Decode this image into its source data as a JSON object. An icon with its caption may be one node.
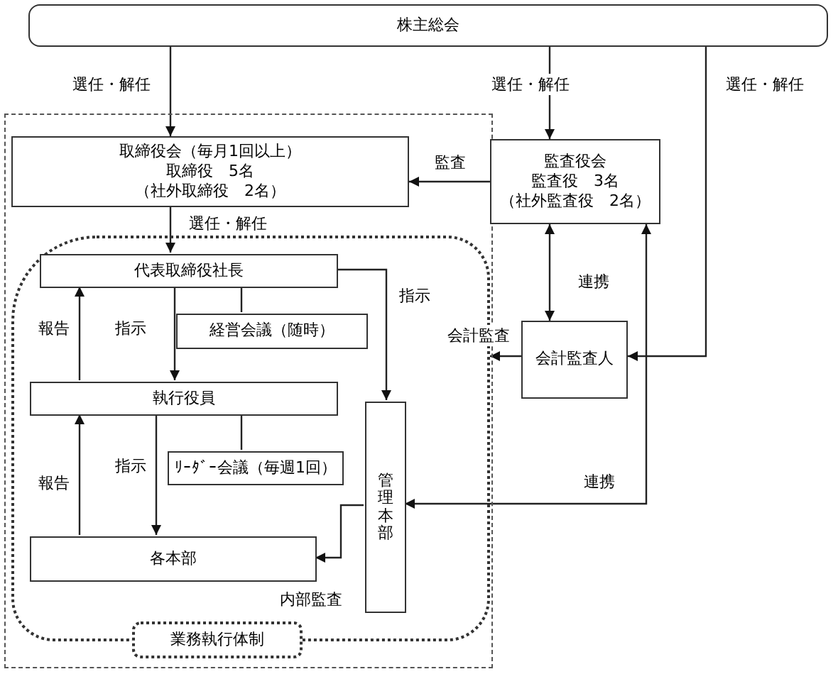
{
  "diagram": {
    "nodes": [
      {
        "text": [
          "株主総会"
        ]
      },
      {
        "text": [],
        "shape": "box"
      },
      {
        "text": [
          "取締役会（毎月1回以上）",
          "取締役　5名",
          "（社外取締役　2名）"
        ],
        "in": 1
      },
      {
        "text": [
          "監査役会",
          "監査役　3名",
          "（社外監査役　2名）"
        ]
      },
      {
        "text": [],
        "shape": "box",
        "in": 1
      },
      {
        "text": [
          "代表取締役社長"
        ],
        "in": 4
      },
      {
        "text": [
          "経営会議（随時）"
        ],
        "in": 4
      },
      {
        "text": [
          "執行役員"
        ],
        "in": 4
      },
      {
        "text": [
          "ﾘｰﾀﾞｰ会議（毎週1回）"
        ],
        "in": 4
      },
      {
        "text": [
          "各本部"
        ],
        "in": 4
      },
      {
        "text": [
          "管理本部"
        ],
        "in": 4
      },
      {
        "text": [
          "会計監査人"
        ]
      },
      {
        "text": [
          "業務執行体制"
        ],
        "in": 4
      }
    ],
    "edges": [
      {
        "from": 0,
        "to": 2,
        "arrow": "to",
        "label": "選任・解任"
      },
      {
        "from": 0,
        "to": 3,
        "arrow": "to",
        "label": "選任・解任"
      },
      {
        "from": 0,
        "to": 11,
        "arrow": "to",
        "label": "選任・解任"
      },
      {
        "from": 3,
        "to": 2,
        "arrow": "to",
        "label": "監査"
      },
      {
        "from": 2,
        "to": 5,
        "arrow": "to",
        "label": "選任・解任"
      },
      {
        "from": 5,
        "to": 7,
        "arrow": "to",
        "label": "指示"
      },
      {
        "from": 7,
        "to": 5,
        "arrow": "to",
        "label": "報告"
      },
      {
        "from": 5,
        "to": 6,
        "arrow": "none"
      },
      {
        "from": 7,
        "to": 9,
        "arrow": "to",
        "label": "指示"
      },
      {
        "from": 9,
        "to": 7,
        "arrow": "to",
        "label": "報告"
      },
      {
        "from": 7,
        "to": 8,
        "arrow": "none"
      },
      {
        "from": 5,
        "to": 10,
        "arrow": "to",
        "label": "指示"
      },
      {
        "from": 10,
        "to": 9,
        "arrow": "to",
        "label": "内部監査"
      },
      {
        "from": 3,
        "to": 11,
        "arrow": "both",
        "label": "連携"
      },
      {
        "from": 3,
        "to": 10,
        "arrow": "both",
        "label": "連携"
      },
      {
        "from": 11,
        "to": 4,
        "arrow": "to",
        "label": "会計監査"
      }
    ]
  }
}
